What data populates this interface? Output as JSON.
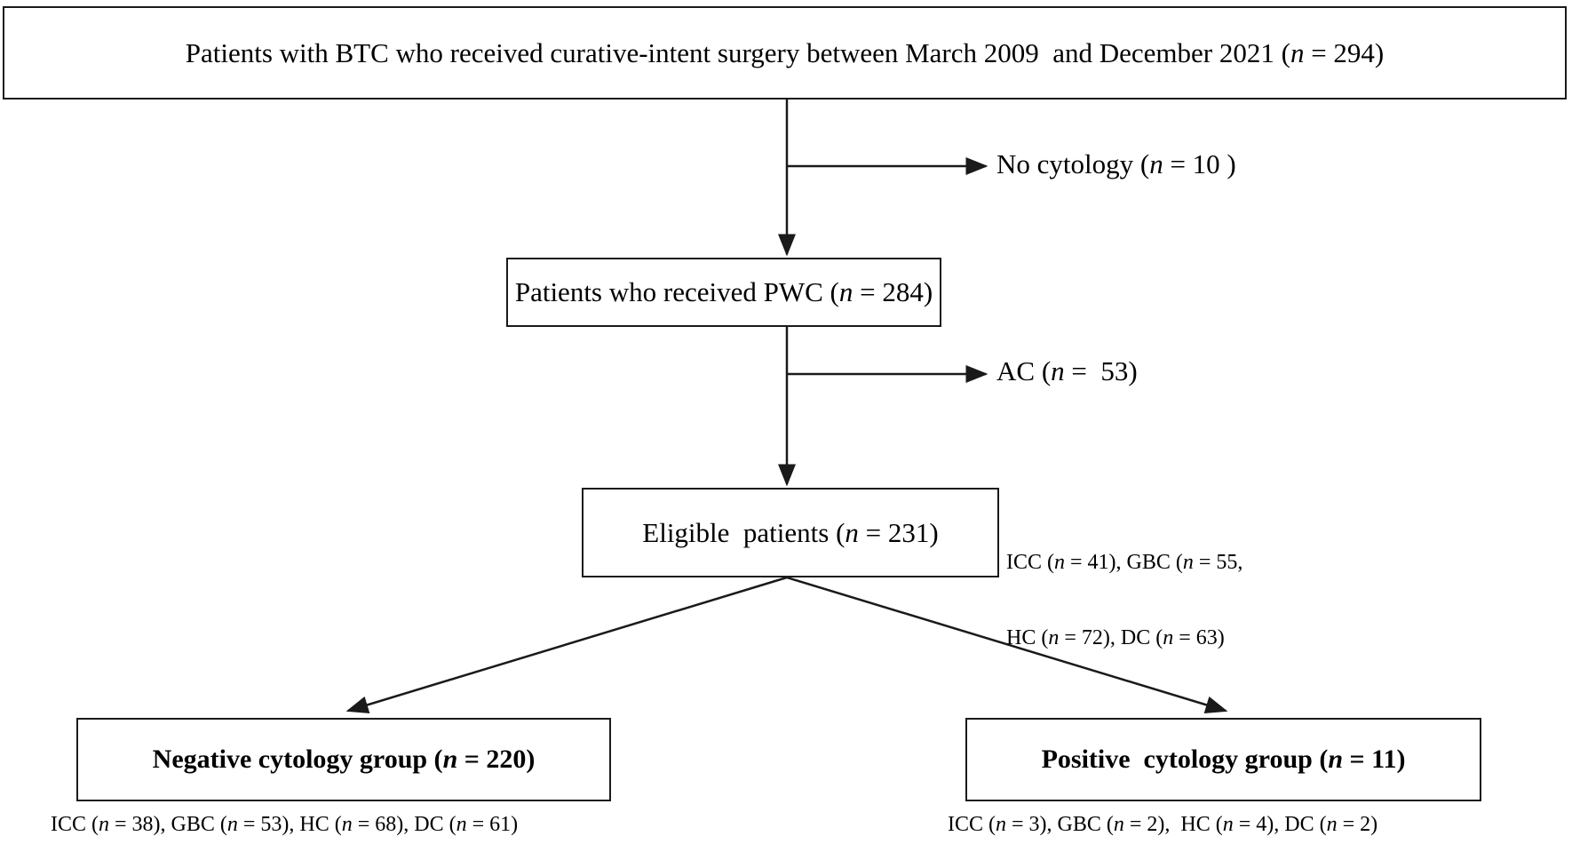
{
  "diagram": {
    "title": "Patient selection flow diagram (BTC curative-intent surgery cohort)",
    "boxes": {
      "top": {
        "text": "Patients with BTC who received curative-intent surgery between March 2009  and December 2021 (n = 294)",
        "n": 294
      },
      "pwc": {
        "text": "Patients who received PWC (n = 284)",
        "n": 284
      },
      "eligible": {
        "text": "Eligible  patients (n = 231)",
        "n": 231
      },
      "negative": {
        "text": "Negative cytology group (n = 220)",
        "n": 220
      },
      "positive": {
        "text": "Positive  cytology group (n = 11)",
        "n": 11
      }
    },
    "exclusions": [
      {
        "label": "No cytology (n = 10 )",
        "n": 10
      },
      {
        "label": "AC (n =  53)",
        "n": 53
      }
    ],
    "annotations": {
      "eligible_breakdown_line1": "ICC (n = 41), GBC (n = 55,",
      "eligible_breakdown_line2": "HC (n = 72), DC (n = 63)",
      "negative_breakdown": "ICC (n = 38), GBC (n = 53), HC (n = 68), DC (n = 61)",
      "positive_breakdown": "ICC (n = 3), GBC (n = 2),  HC (n = 4), DC (n = 2)"
    },
    "colors": {
      "stroke": "#1a1a1a",
      "background": "#ffffff",
      "text": "#000000"
    }
  }
}
